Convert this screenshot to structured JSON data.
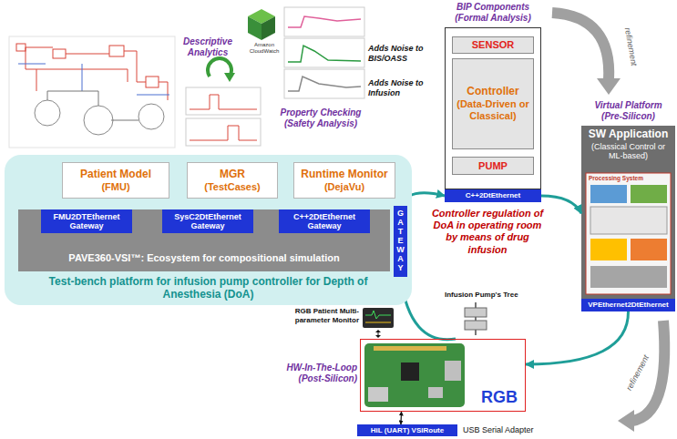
{
  "diagram": {
    "nodes": [
      {
        "text": [
          "Test-bench platform for infusion pump controller for Depth of Anesthesia (DoA)"
        ]
      },
      {
        "text": [
          "Patient Model",
          "(FMU)"
        ],
        "in": 0
      },
      {
        "text": [
          "MGR",
          "(TestCases)"
        ],
        "in": 0
      },
      {
        "text": [
          "Runtime Monitor",
          "(DejaVu)"
        ],
        "in": 0
      },
      {
        "text": [
          "PAVE360-VSI™: Ecosystem for compositional simulation"
        ],
        "in": 0
      },
      {
        "text": [
          "FMU2DTEthernet Gateway"
        ],
        "in": 4
      },
      {
        "text": [
          "SysC2DtEthernet Gateway"
        ],
        "in": 4
      },
      {
        "text": [
          "C++2DtEthernet Gateway"
        ],
        "in": 4
      },
      {
        "text": [
          "GATEWAY"
        ],
        "in": 0
      },
      {
        "text": [
          "BIP Components (Formal Analysis)"
        ]
      },
      {
        "text": [
          "SENSOR"
        ],
        "in": 9
      },
      {
        "text": [
          "Controller",
          "(Data-Driven or Classical)"
        ],
        "in": 9
      },
      {
        "text": [
          "PUMP"
        ],
        "in": 9
      },
      {
        "text": [
          "C++2DtEthernet"
        ]
      },
      {
        "text": [
          "Virtual Platform (Pre-Silicon)",
          "SW Application",
          "(Classical Control or ML-based)"
        ]
      },
      {
        "text": [
          "VPEthernet2DtEthernet"
        ]
      },
      {
        "text": [
          "RGB"
        ]
      },
      {
        "text": [
          "HiL (UART) VSIRoute"
        ]
      }
    ],
    "edges": [
      {
        "from": 1,
        "to": 5,
        "arrow": "none"
      },
      {
        "from": 2,
        "to": 6,
        "arrow": "both"
      },
      {
        "from": 3,
        "to": 7,
        "arrow": "both"
      },
      {
        "from": 8,
        "to": 13,
        "arrow": "to"
      },
      {
        "from": 13,
        "to": 14,
        "arrow": "to"
      },
      {
        "from": 15,
        "to": 16,
        "arrow": "to"
      },
      {
        "from": 16,
        "to": 8,
        "arrow": "to"
      },
      {
        "from": 16,
        "to": 17,
        "arrow": "both"
      }
    ],
    "labels": [
      "Descriptive Analytics",
      "Amazon CloudWatch",
      "Property Checking (Safety Analysis)",
      "Adds Noise to BIS/OASS",
      "Adds Noise to Infusion",
      "Controller regulation of DoA in operating room by means of drug infusion",
      "refinement",
      "refinement",
      "RGB Patient Multi-parameter Monitor",
      "Infusion Pump's Tree",
      "HW-In-The-Loop (Post-Silicon)",
      "USB Serial Adapter",
      "Processing System"
    ]
  }
}
